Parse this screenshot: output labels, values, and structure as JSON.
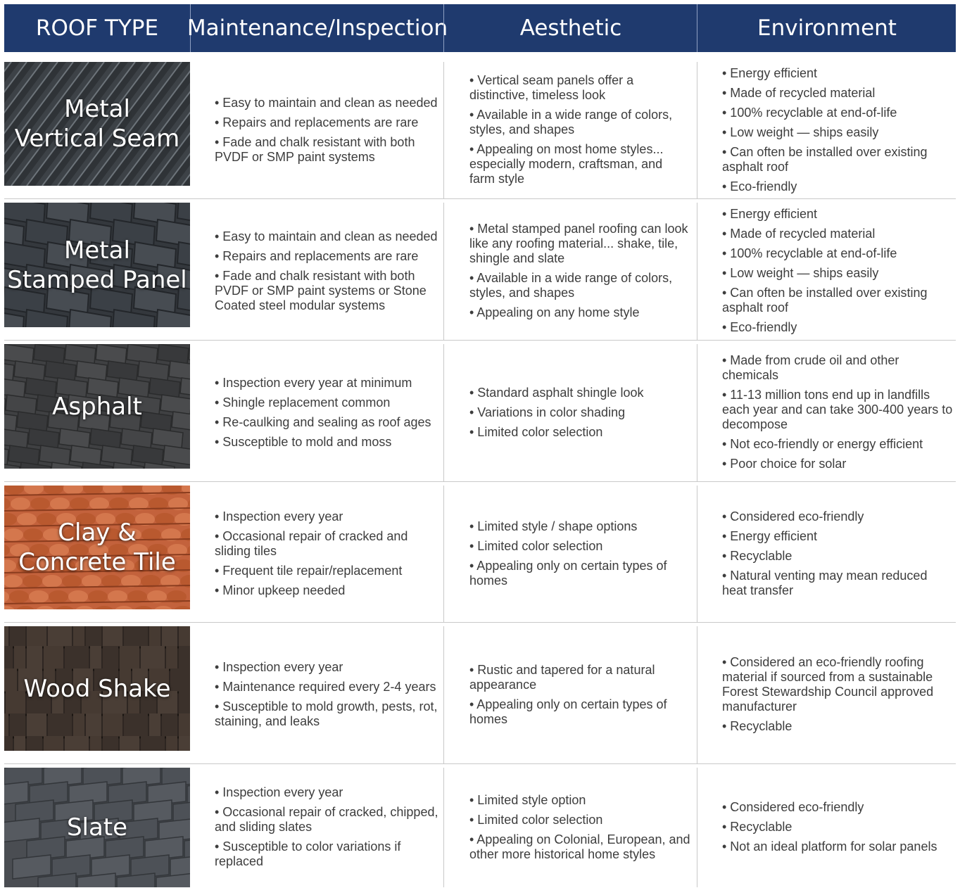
{
  "headers": [
    "ROOF TYPE",
    "Maintenance/Inspection",
    "Aesthetic",
    "Environment"
  ],
  "rows": [
    {
      "name": [
        "Metal",
        "Vertical Seam"
      ],
      "maintenance": [
        "• Easy to maintain and clean as needed",
        "• Repairs and replacements are rare",
        "• Fade and chalk resistant with both PVDF or SMP paint systems"
      ],
      "aesthetic": [
        "• Vertical seam panels offer a distinctive, timeless look",
        "• Available in a wide range of colors, styles, and shapes",
        "• Appealing on most home styles... especially modern, craftsman, and farm style"
      ],
      "environment": [
        "• Energy efficient",
        "• Made of recycled material",
        "• 100% recyclable at end-of-life",
        "• Low weight — ships easily",
        "• Can often be installed over existing asphalt roof",
        "• Eco-friendly"
      ]
    },
    {
      "name": [
        "Metal",
        "Stamped Panel"
      ],
      "maintenance": [
        "• Easy to maintain and clean as needed",
        "• Repairs and replacements are rare",
        "• Fade and chalk resistant with both PVDF or SMP paint systems or Stone Coated steel modular systems"
      ],
      "aesthetic": [
        "• Metal stamped panel roofing can look like any roofing material... shake, tile, shingle and slate",
        "• Available in a wide range of colors, styles, and shapes",
        "• Appealing on any home style"
      ],
      "environment": [
        "• Energy efficient",
        "• Made of recycled material",
        "• 100% recyclable at end-of-life",
        "• Low weight — ships easily",
        "• Can often be installed over existing asphalt roof",
        "• Eco-friendly"
      ]
    },
    {
      "name": [
        "Asphalt"
      ],
      "maintenance": [
        "• Inspection every year at minimum",
        "• Shingle replacement common",
        "• Re-caulking and sealing as roof ages",
        "• Susceptible to mold and moss"
      ],
      "aesthetic": [
        "• Standard asphalt shingle look",
        "• Variations in color shading",
        "• Limited color selection"
      ],
      "environment": [
        "• Made from crude oil and other chemicals",
        "• 11-13 million tons end up in landfills each year and can take 300-400 years to decompose",
        "• Not eco-friendly or energy efficient",
        "• Poor choice for solar"
      ]
    },
    {
      "name": [
        "Clay &",
        "Concrete Tile"
      ],
      "maintenance": [
        "• Inspection every year",
        "• Occasional repair of cracked and sliding tiles",
        "• Frequent tile repair/replacement",
        "• Minor upkeep needed"
      ],
      "aesthetic": [
        "• Limited style / shape options",
        "• Limited color selection",
        "• Appealing only on certain types of homes"
      ],
      "environment": [
        "• Considered eco-friendly",
        "• Energy efficient",
        "• Recyclable",
        "• Natural venting may mean reduced heat transfer"
      ]
    },
    {
      "name": [
        "Wood Shake"
      ],
      "maintenance": [
        "• Inspection every year",
        "• Maintenance required every 2-4 years",
        "• Susceptible to mold growth, pests, rot, staining, and leaks"
      ],
      "aesthetic": [
        "• Rustic and tapered for a natural appearance",
        "• Appealing only on certain types of homes"
      ],
      "environment": [
        "• Considered an eco-friendly roofing material if sourced from a sustainable Forest Stewardship Council approved manufacturer",
        "• Recyclable"
      ]
    },
    {
      "name": [
        "Slate"
      ],
      "maintenance": [
        "• Inspection every year",
        "• Occasional repair of cracked, chipped, and sliding slates",
        "• Susceptible to color variations if replaced"
      ],
      "aesthetic": [
        "• Limited style option",
        "• Limited color selection",
        "• Appealing on Colonial, European, and other more historical home styles"
      ],
      "environment": [
        "• Considered eco-friendly",
        "• Recyclable",
        "• Not an ideal platform for solar panels"
      ]
    }
  ]
}
